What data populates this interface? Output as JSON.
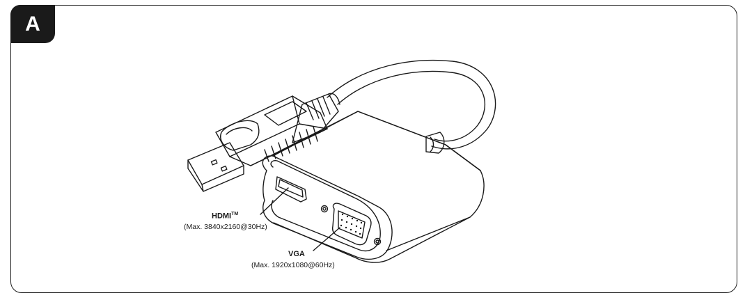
{
  "panel": {
    "label": "A"
  },
  "callouts": {
    "hdmi": {
      "name": "HDMI",
      "trademark": "TM",
      "spec": "(Max. 3840x2160@30Hz)"
    },
    "vga": {
      "name": "VGA",
      "spec": "(Max. 1920x1080@60Hz)"
    }
  },
  "colors": {
    "line": "#1a1a1a",
    "background": "#ffffff"
  }
}
